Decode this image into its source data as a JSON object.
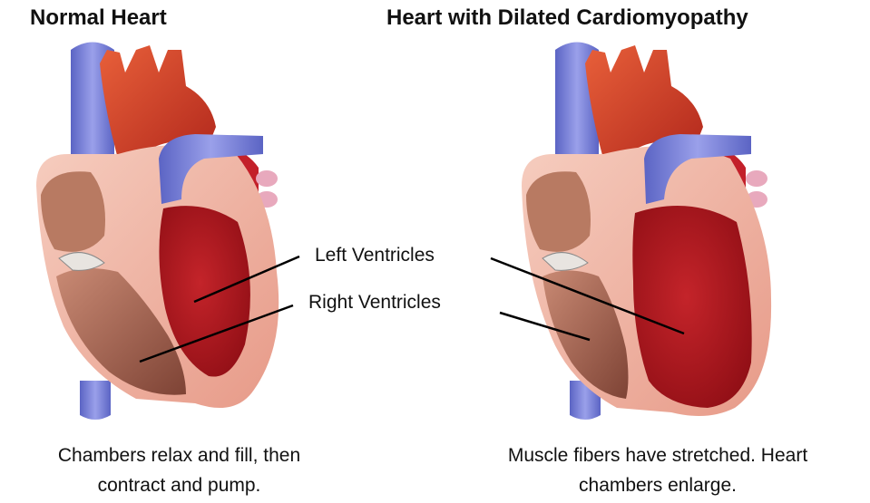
{
  "titles": {
    "normal": "Normal Heart",
    "dilated": "Heart with Dilated Cardiomyopathy"
  },
  "labels": {
    "left_ventricles": "Left Ventricles",
    "right_ventricles": "Right Ventricles"
  },
  "captions": {
    "normal_line1": "Chambers relax and fill, then",
    "normal_line2": "contract and pump.",
    "dilated_line1": "Muscle fibers have stretched. Heart",
    "dilated_line2": "chambers enlarge."
  },
  "colors": {
    "vein_blue": "#7f86d8",
    "aorta_red": "#d6442a",
    "muscle_pink": "#f0b7a6",
    "chamber_red": "#b5141c",
    "right_chamber_brown": "#a7634e"
  }
}
